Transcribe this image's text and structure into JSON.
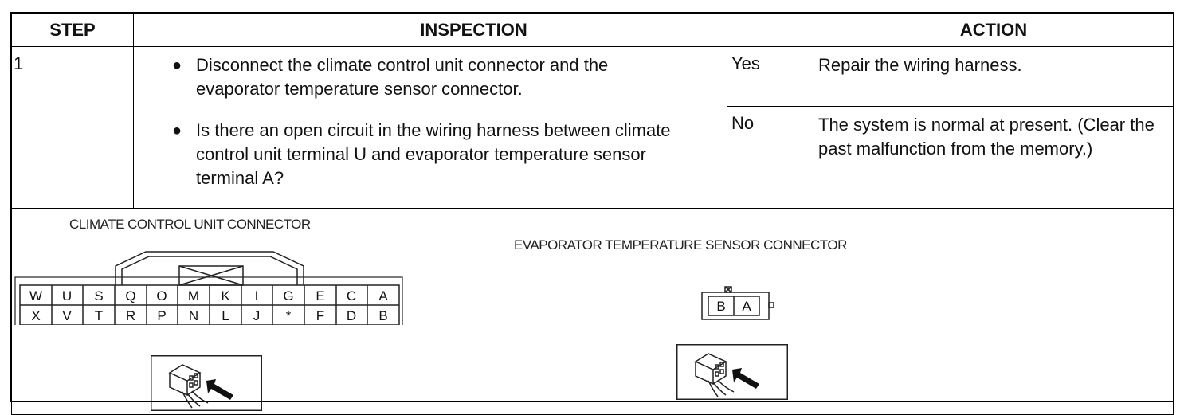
{
  "table": {
    "headers": {
      "step": "STEP",
      "inspection": "INSPECTION",
      "action": "ACTION"
    },
    "step_number": "1",
    "inspection_items": [
      "Disconnect the climate control unit connector and the evaporator temperature sensor connector.",
      "Is there an open circuit in the wiring harness between climate control unit terminal U and evaporator temperature sensor terminal A?"
    ],
    "results": [
      {
        "answer": "Yes",
        "action": "Repair the wiring harness."
      },
      {
        "answer": "No",
        "action": "The system is normal at present. (Clear the past malfunction from the memory.)"
      }
    ]
  },
  "diagram": {
    "climate_connector": {
      "label": "CLIMATE CONTROL UNIT CONNECTOR",
      "top_row": [
        "W",
        "U",
        "S",
        "Q",
        "O",
        "M",
        "K",
        "I",
        "G",
        "E",
        "C",
        "A"
      ],
      "bottom_row": [
        "X",
        "V",
        "T",
        "R",
        "P",
        "N",
        "L",
        "J",
        "*",
        "F",
        "D",
        "B"
      ]
    },
    "evaporator_connector": {
      "label": "EVAPORATOR TEMPERATURE SENSOR CONNECTOR",
      "terminals": [
        "B",
        "A"
      ]
    },
    "harness_icon": "harness-side-connector-icon"
  }
}
